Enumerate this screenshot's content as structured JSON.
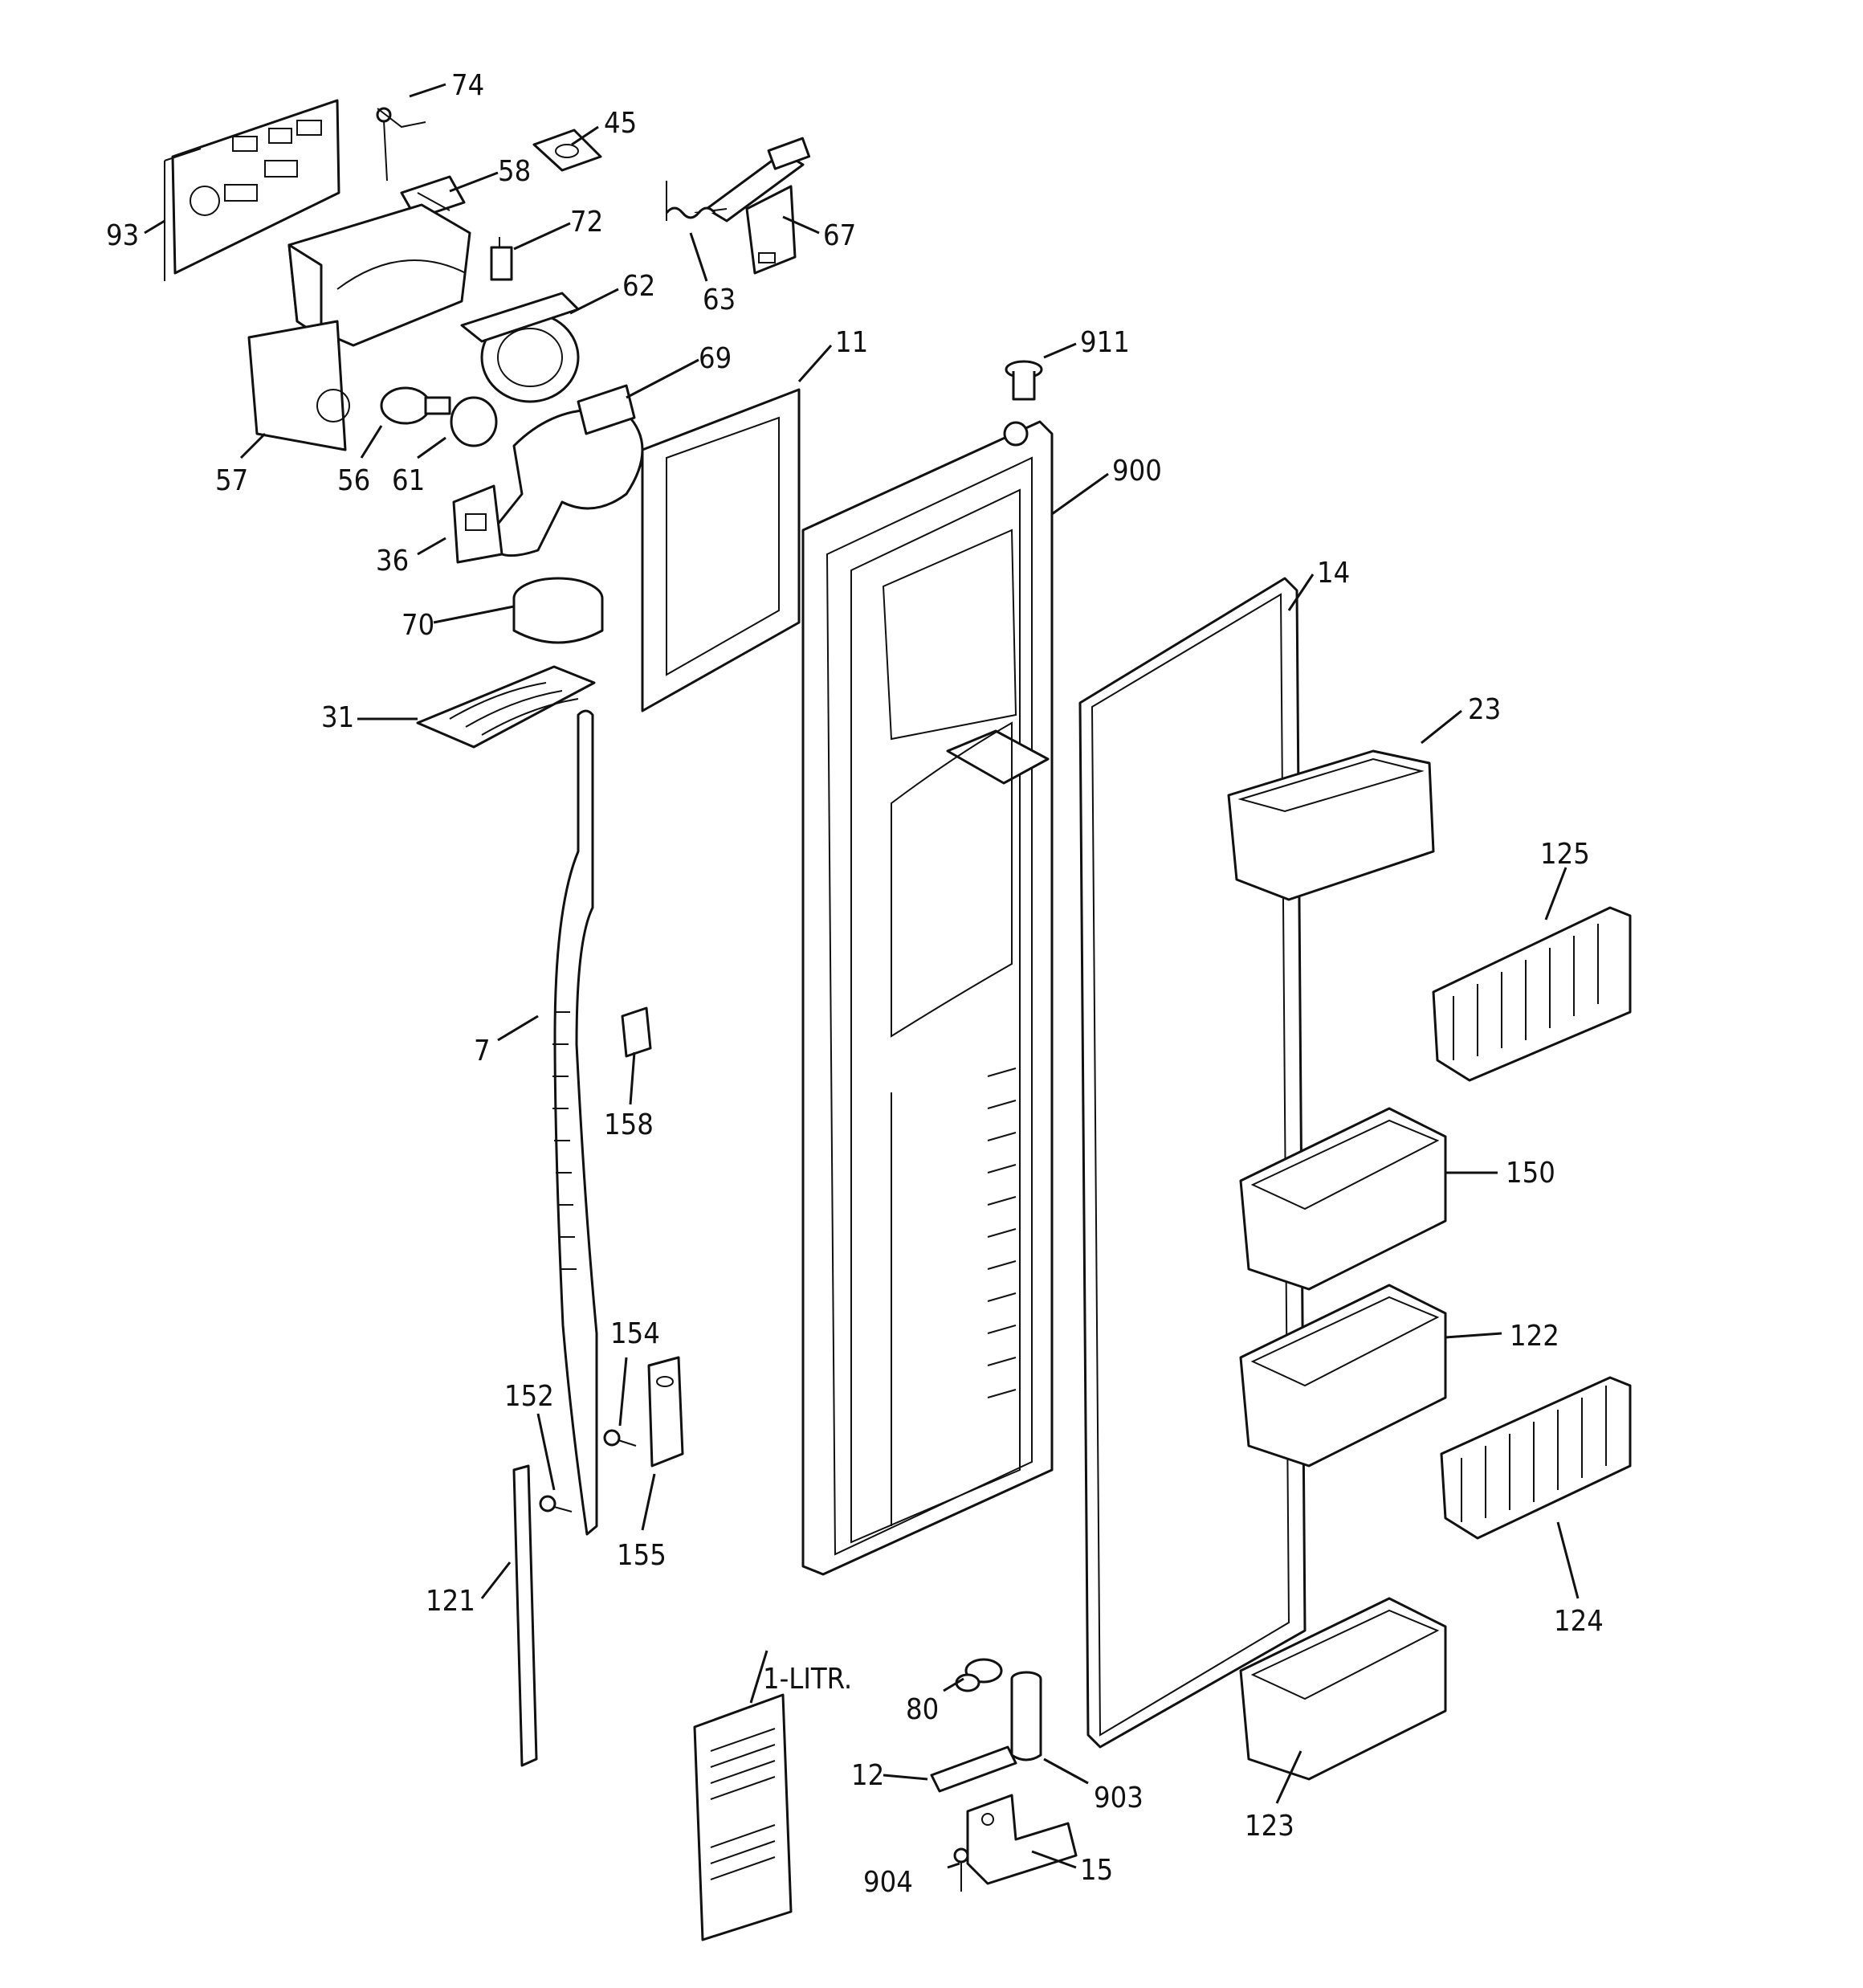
{
  "diagram": {
    "callouts": [
      {
        "id": "p74",
        "text": "74"
      },
      {
        "id": "p45",
        "text": "45"
      },
      {
        "id": "p58",
        "text": "58"
      },
      {
        "id": "p72",
        "text": "72"
      },
      {
        "id": "p93",
        "text": "93"
      },
      {
        "id": "p67",
        "text": "67"
      },
      {
        "id": "p63",
        "text": "63"
      },
      {
        "id": "p62",
        "text": "62"
      },
      {
        "id": "p11",
        "text": "11"
      },
      {
        "id": "p911",
        "text": "911"
      },
      {
        "id": "p69",
        "text": "69"
      },
      {
        "id": "p57",
        "text": "57"
      },
      {
        "id": "p56",
        "text": "56"
      },
      {
        "id": "p61",
        "text": "61"
      },
      {
        "id": "p900",
        "text": "900"
      },
      {
        "id": "p36",
        "text": "36"
      },
      {
        "id": "p14",
        "text": "14"
      },
      {
        "id": "p70",
        "text": "70"
      },
      {
        "id": "p23",
        "text": "23"
      },
      {
        "id": "p31",
        "text": "31"
      },
      {
        "id": "p125",
        "text": "125"
      },
      {
        "id": "p7",
        "text": "7"
      },
      {
        "id": "p158",
        "text": "158"
      },
      {
        "id": "p150",
        "text": "150"
      },
      {
        "id": "p154",
        "text": "154"
      },
      {
        "id": "p122",
        "text": "122"
      },
      {
        "id": "p152",
        "text": "152"
      },
      {
        "id": "p155",
        "text": "155"
      },
      {
        "id": "p121",
        "text": "121"
      },
      {
        "id": "p124",
        "text": "124"
      },
      {
        "id": "p1litr",
        "text": "1-LITR."
      },
      {
        "id": "p80",
        "text": "80"
      },
      {
        "id": "p12",
        "text": "12"
      },
      {
        "id": "p903",
        "text": "903"
      },
      {
        "id": "p123",
        "text": "123"
      },
      {
        "id": "p904",
        "text": "904"
      },
      {
        "id": "p15",
        "text": "15"
      }
    ]
  }
}
